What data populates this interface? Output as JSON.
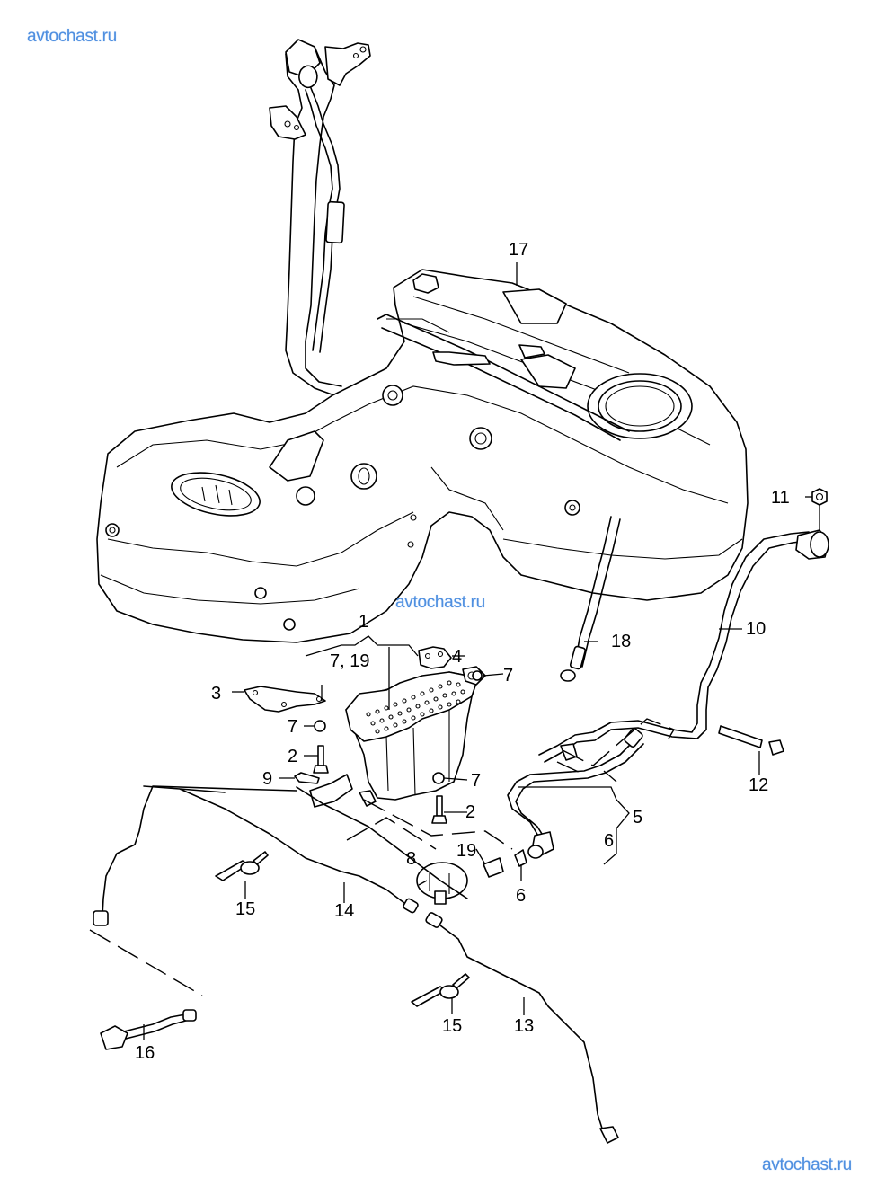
{
  "watermarks": {
    "top_left": "avtochast.ru",
    "center": "avtochast.ru",
    "bottom_right": "avtochast.ru"
  },
  "callouts": {
    "c1": "1",
    "c7_19": "7, 19",
    "c2a": "2",
    "c2b": "2",
    "c3": "3",
    "c4": "4",
    "c5": "5",
    "c6a": "6",
    "c6b": "6",
    "c7a": "7",
    "c7b": "7",
    "c7c": "7",
    "c8": "8",
    "c9": "9",
    "c10": "10",
    "c11": "11",
    "c12": "12",
    "c13": "13",
    "c14": "14",
    "c15a": "15",
    "c15b": "15",
    "c16": "16",
    "c17": "17",
    "c18": "18",
    "c19": "19"
  }
}
